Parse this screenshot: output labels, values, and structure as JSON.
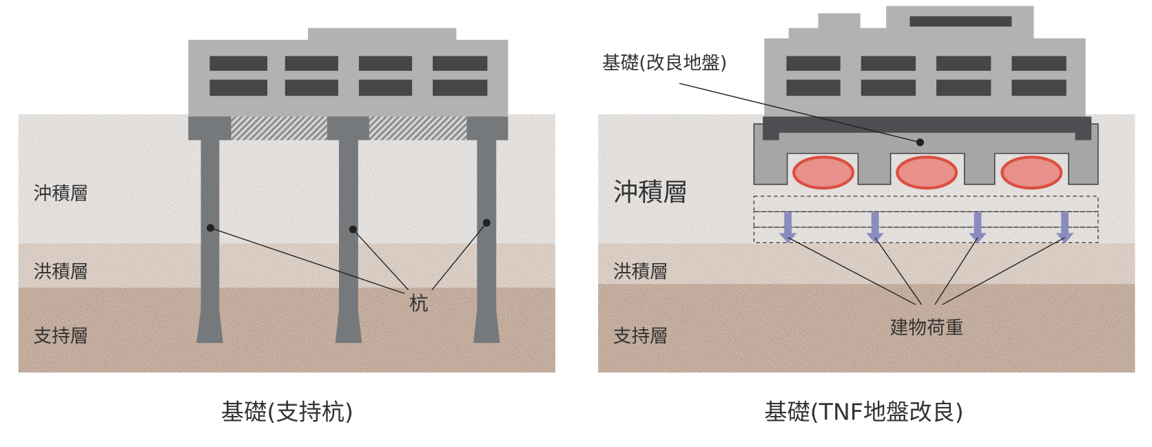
{
  "left_panel": {
    "title": "基礎(支持杭)",
    "layers": {
      "alluvial": "沖積層",
      "diluvial": "洪積層",
      "bearing": "支持層"
    },
    "pile_label": "杭"
  },
  "right_panel": {
    "title": "基礎(TNF地盤改良)",
    "layers": {
      "alluvial": "沖積層",
      "diluvial": "洪積層",
      "bearing": "支持層"
    },
    "foundation_label": "基礎(改良地盤)",
    "load_label": "建物荷重"
  },
  "colors": {
    "alluvial": "#e2dedb",
    "diluvial": "#d6c6ba",
    "bearing": "#b99d89",
    "building": "#b2b2b2",
    "window": "#464646",
    "pile": "#76797c",
    "ellipse_fill": "#e8908a",
    "ellipse_stroke": "#dc4e42",
    "arrow": "#8a8cbf"
  }
}
